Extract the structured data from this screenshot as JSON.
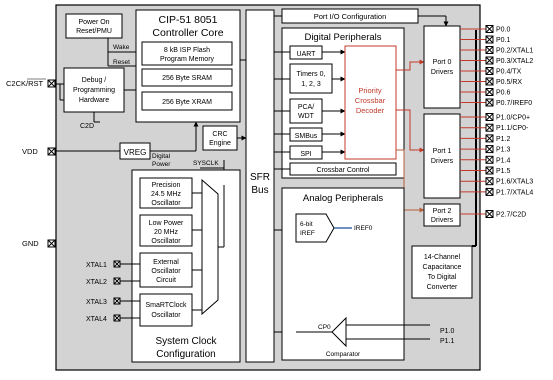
{
  "core": {
    "por": [
      "Power On",
      "Reset/PMU"
    ],
    "title": [
      "CIP-51 8051",
      "Controller Core"
    ],
    "flash": [
      "8 kB ISP Flash",
      "Program Memory"
    ],
    "sram": "256 Byte SRAM",
    "xram": "256 Byte XRAM",
    "wake": "Wake",
    "reset": "Reset",
    "debug": [
      "Debug /",
      "Programming",
      "Hardware"
    ],
    "c2d": "C2D",
    "crc": [
      "CRC",
      "Engine"
    ],
    "vreg": "VREG",
    "digital_power": [
      "Digital",
      "Power"
    ],
    "sysclk": "SYSCLK"
  },
  "pins_left": {
    "c2ck_rst": "C2CK/RST",
    "vdd": "VDD",
    "gnd": "GND",
    "xtal1": "XTAL1",
    "xtal2": "XTAL2",
    "xtal3": "XTAL3",
    "xtal4": "XTAL4"
  },
  "clock": {
    "precision": [
      "Precision",
      "24.5 MHz",
      "Oscillator"
    ],
    "lowpower": [
      "Low Power",
      "20 MHz",
      "Oscillator"
    ],
    "external": [
      "External",
      "Oscillator",
      "Circuit"
    ],
    "smartclock": [
      "SmaRTClock",
      "Oscillator"
    ],
    "title": [
      "System Clock",
      "Configuration"
    ]
  },
  "sfr": [
    "SFR",
    "Bus"
  ],
  "port_io_config": "Port I/O Configuration",
  "digital": {
    "title": "Digital Peripherals",
    "uart": "UART",
    "timers": [
      "Timers 0,",
      "1, 2, 3"
    ],
    "pca": [
      "PCA/",
      "WDT"
    ],
    "smbus": "SMBus",
    "spi": "SPI",
    "crossbar": [
      "Priority",
      "Crossbar",
      "Decoder"
    ],
    "crossbar_control": "Crossbar Control"
  },
  "analog": {
    "title": "Analog Peripherals",
    "iref": [
      "6-bit",
      "IREF"
    ],
    "iref0": "IREF0",
    "cp0": "CP0",
    "comparator": "Comparator"
  },
  "drivers": {
    "port0": [
      "Port 0",
      "Drivers"
    ],
    "port1": [
      "Port 1",
      "Drivers"
    ],
    "port2": [
      "Port 2",
      "Drivers"
    ],
    "cap": [
      "14-Channel",
      "Capacitance",
      "To Digital",
      "Converter"
    ]
  },
  "pins_right": {
    "p0": [
      "P0.0",
      "P0.1",
      "P0.2/XTAL1",
      "P0.3/XTAL2",
      "P0.4/TX",
      "P0.5/RX",
      "P0.6",
      "P0.7/IREF0"
    ],
    "p1": [
      "P1.0/CP0+",
      "P1.1/CP0-",
      "P1.2",
      "P1.3",
      "P1.4",
      "P1.5",
      "P1.6/XTAL3",
      "P1.7/XTAL4"
    ],
    "p2": "P2.7/C2D"
  },
  "comp_inputs": [
    "P1.0",
    "P1.1"
  ],
  "colors": {
    "chip_bg": "#d3d3d3",
    "box_bg": "#ffffff",
    "crossbar_red": "#c0392b",
    "connector_brown": "#b5603a",
    "iref_blue": "#1a4fa0"
  }
}
